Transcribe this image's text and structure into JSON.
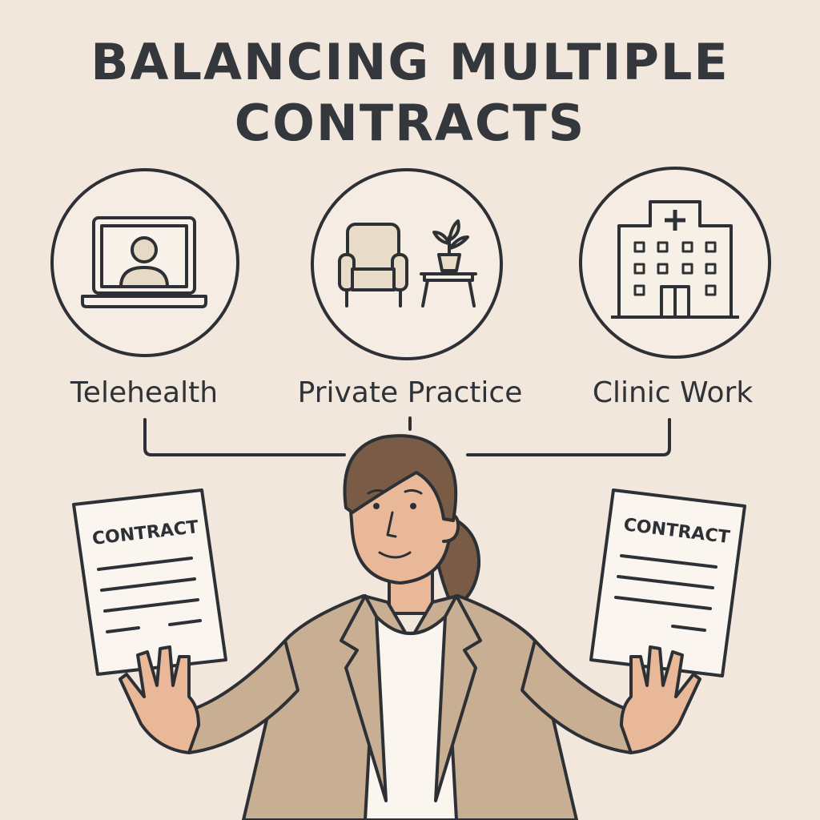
{
  "title": {
    "line1": "BALANCING MULTIPLE",
    "line2": "CONTRACTS"
  },
  "categories": [
    {
      "label": "Telehealth",
      "icon": "laptop-video-call-icon"
    },
    {
      "label": "Private Practice",
      "icon": "armchair-plant-icon"
    },
    {
      "label": "Clinic Work",
      "icon": "hospital-building-icon"
    }
  ],
  "documents": {
    "left_heading": "CONTRACT",
    "right_heading": "CONTRACT"
  },
  "colors": {
    "background": "#f1e7dc",
    "ink": "#2d3034",
    "jacket": "#c8ae93",
    "skin": "#e9b898",
    "hair": "#7a5c46",
    "paper": "#faf6ef"
  }
}
